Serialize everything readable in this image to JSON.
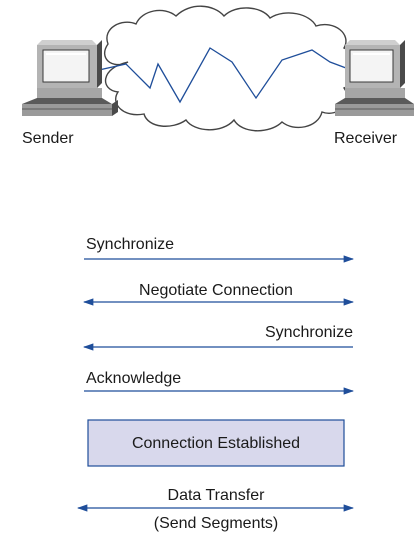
{
  "nodes": {
    "sender": "Sender",
    "receiver": "Receiver"
  },
  "steps": [
    {
      "label": "Synchronize",
      "direction": "right"
    },
    {
      "label": "Negotiate Connection",
      "direction": "both"
    },
    {
      "label": "Synchronize",
      "direction": "left"
    },
    {
      "label": "Acknowledge",
      "direction": "right"
    }
  ],
  "established": "Connection Established",
  "transfer": {
    "line1": "Data Transfer",
    "line2": "(Send Segments)",
    "direction": "both"
  },
  "colors": {
    "arrow": "#1f4e9a",
    "box_fill": "#d8d8ec",
    "box_stroke": "#1f4e9a",
    "text": "#1a1a1a",
    "cloud_stroke": "#444444",
    "computer_body": "#b4b4b4",
    "computer_dark": "#4a4a4a",
    "screen_glass": "#f4f4f4"
  }
}
